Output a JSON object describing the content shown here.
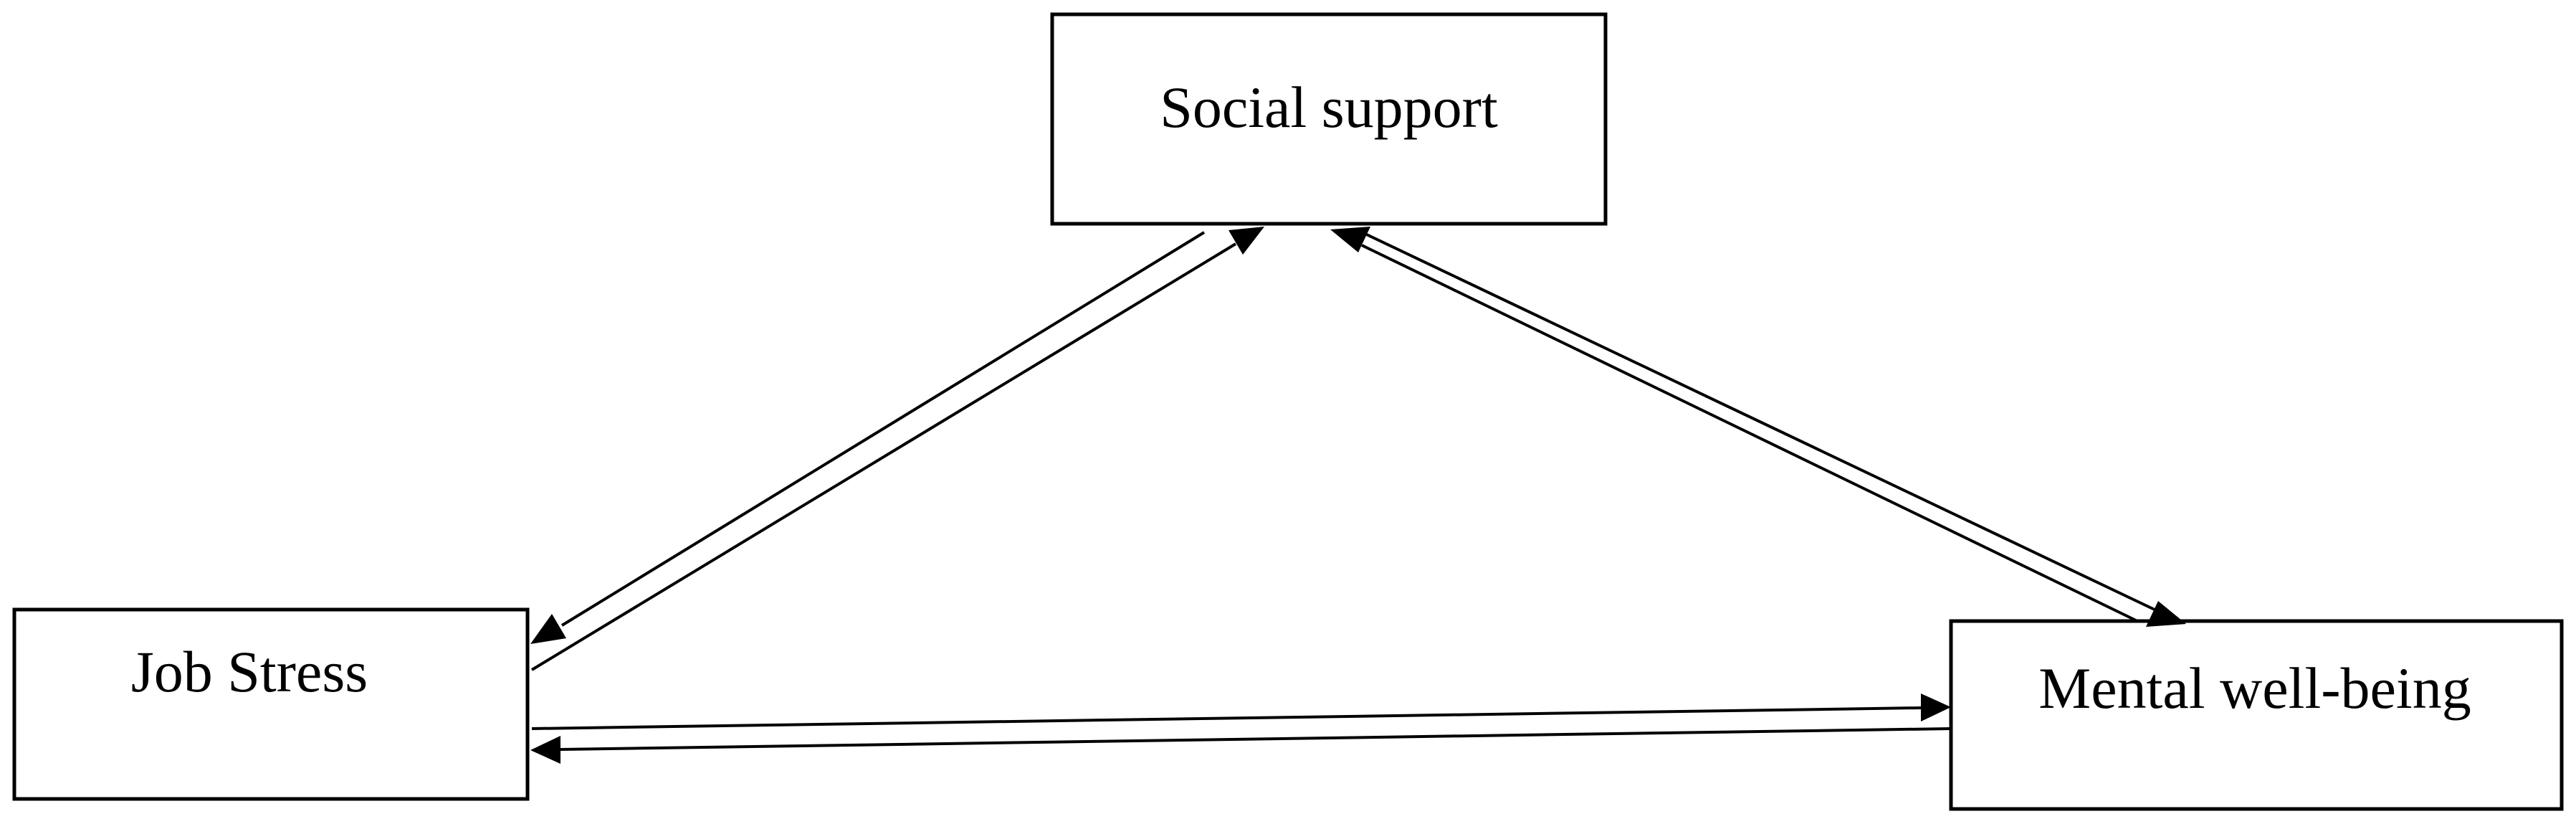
{
  "nodes": {
    "social_support": {
      "label": "Social support"
    },
    "job_stress": {
      "label": "Job Stress"
    },
    "mental_well_being": {
      "label": "Mental well-being"
    }
  },
  "edges": [
    {
      "from": "job_stress",
      "to": "social_support"
    },
    {
      "from": "social_support",
      "to": "job_stress"
    },
    {
      "from": "social_support",
      "to": "mental_well_being"
    },
    {
      "from": "mental_well_being",
      "to": "social_support"
    },
    {
      "from": "job_stress",
      "to": "mental_well_being"
    },
    {
      "from": "mental_well_being",
      "to": "job_stress"
    }
  ],
  "colors": {
    "stroke": "#000000",
    "background": "#ffffff"
  }
}
